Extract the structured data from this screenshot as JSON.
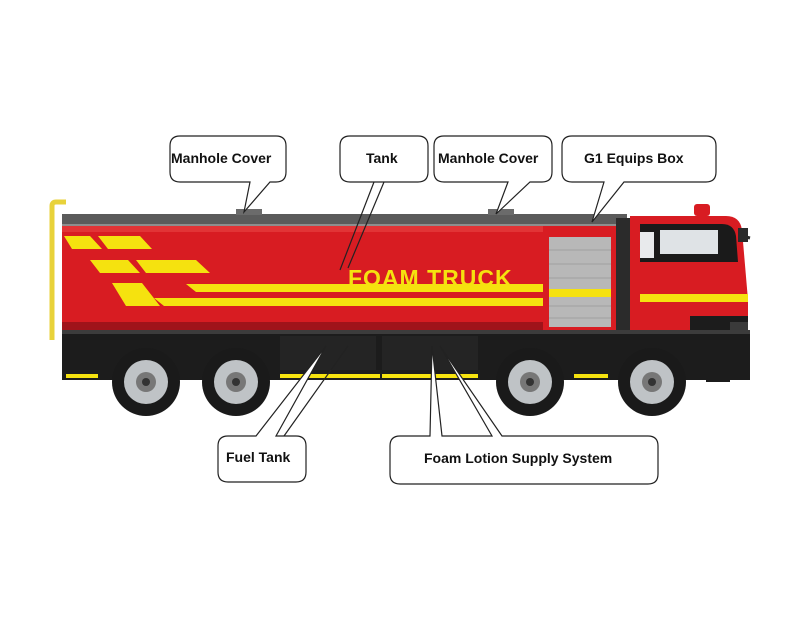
{
  "truck": {
    "side_text": "FOAM TRUCK",
    "colors": {
      "body_red": "#d81c22",
      "dark_red": "#a0131a",
      "stripe_yellow": "#f5e20f",
      "chassis_black": "#1c1c1c",
      "door_gray": "#b8b8b8",
      "ladder_yellow": "#e8d23a"
    }
  },
  "callouts": {
    "manhole_cover_left": "Manhole Cover",
    "tank": "Tank",
    "manhole_cover_right": "Manhole Cover",
    "g1_equips_box": "G1 Equips Box",
    "fuel_tank": "Fuel Tank",
    "foam_lotion_supply": "Foam Lotion Supply System"
  }
}
